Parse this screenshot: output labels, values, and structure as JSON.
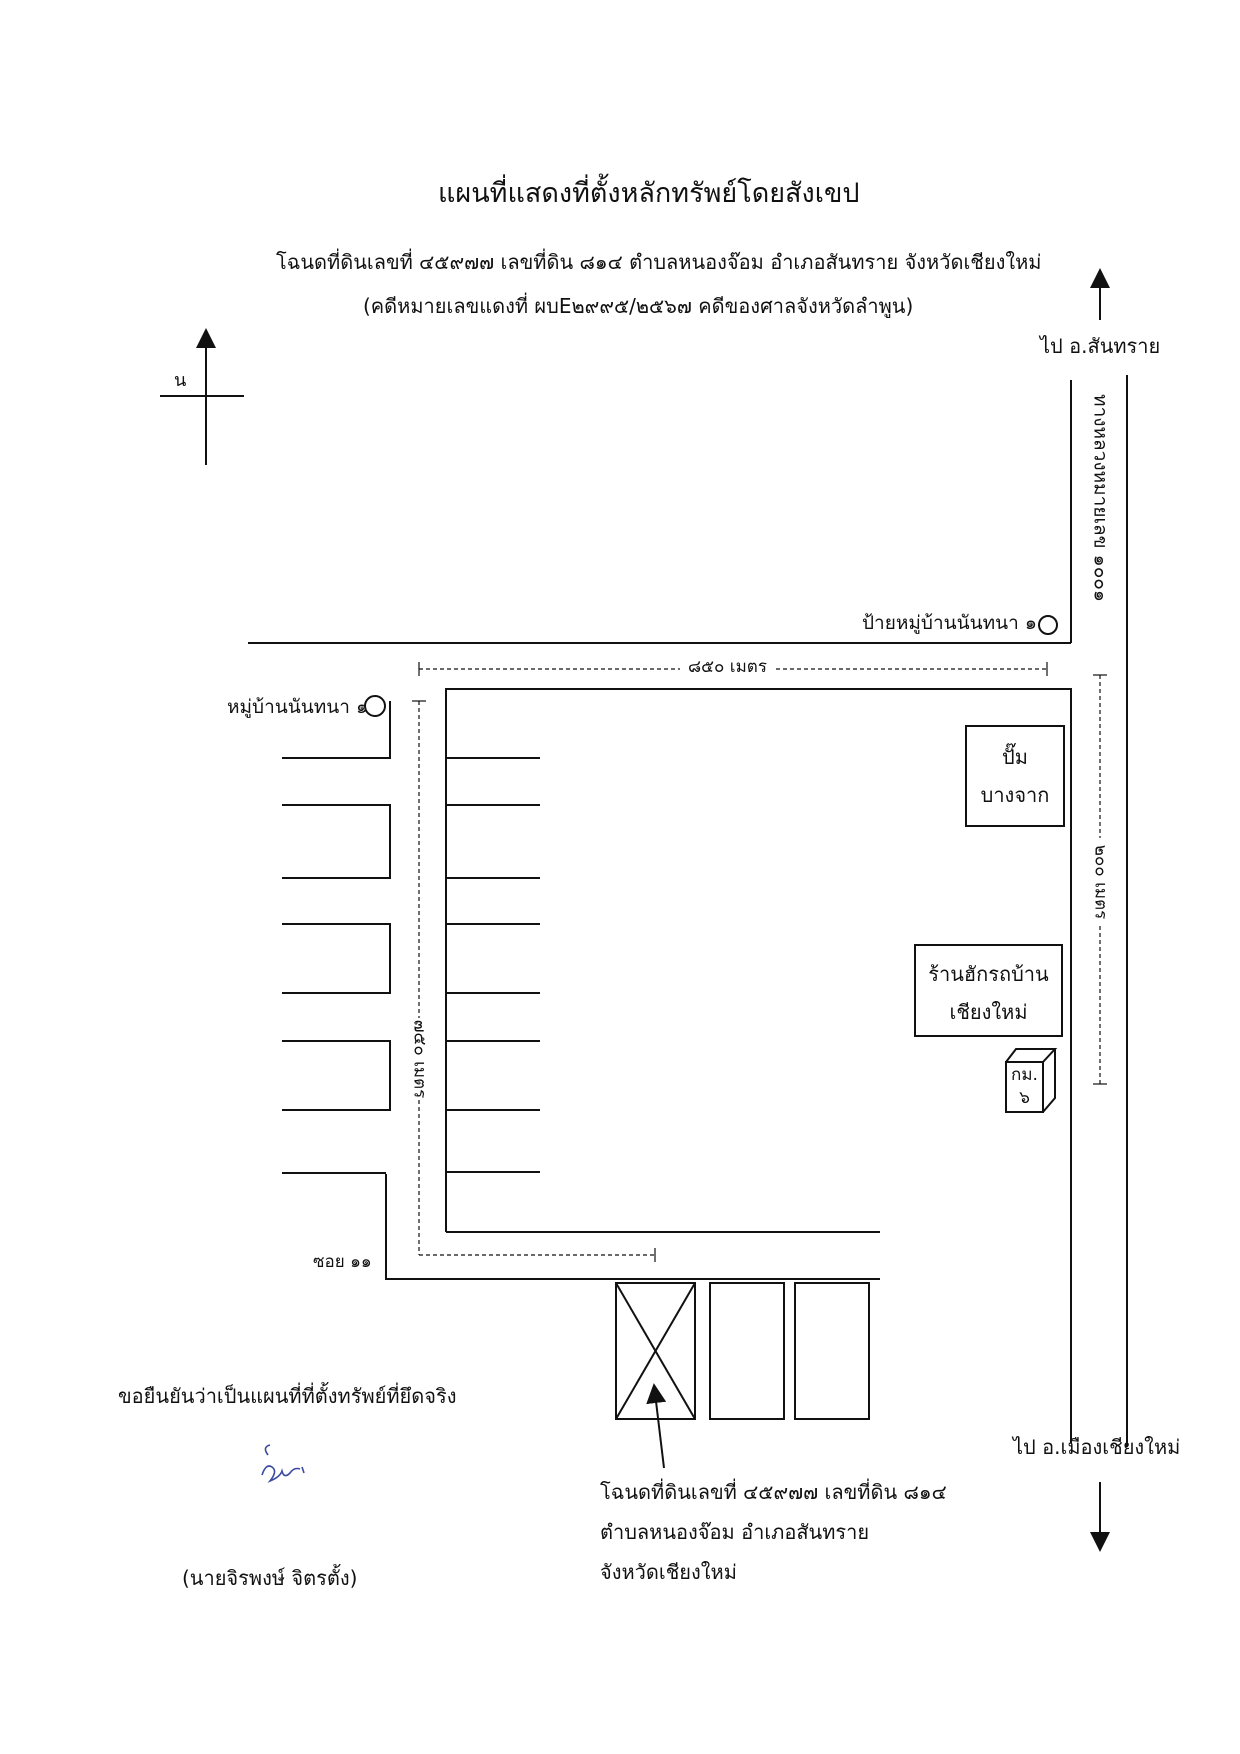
{
  "document": {
    "title": "แผนที่แสดงที่ตั้งหลักทรัพย์โดยสังเขป",
    "subtitle_line1": "โฉนดที่ดินเลขที่ ๔๕๙๗๗ เลขที่ดิน ๘๑๔  ตำบลหนองจ๊อม อำเภอสันทราย จังหวัดเชียงใหม่",
    "subtitle_line2": "(คดีหมายเลขแดงที่ ผบE๒๙๙๕/๒๕๖๗ คดีของศาลจังหวัดลำพูน)"
  },
  "compass": {
    "north_label": "น",
    "icon": "north-arrow-icon"
  },
  "map": {
    "direction_north": "ไป อ.สันทราย",
    "direction_south": "ไป อ.เมืองเชียงใหม่",
    "highway_label": "ทางหลวงหมายเลข ๑๐๐๑",
    "sign_village": "ป้ายหมู่บ้านนันทนา ๑",
    "village_label": "หมู่บ้านนันทนา ๑",
    "distance_top": "๘๕๐ เมตร",
    "distance_left": "๗๕๐ เมตร",
    "distance_right": "๒๐๐ เมตร",
    "gas_station": [
      "ปั๊ม",
      "บางจาก"
    ],
    "car_shop": [
      "ร้านฮักรถบ้าน",
      "เชียงใหม่"
    ],
    "km_marker": [
      "กม.",
      "๖"
    ],
    "soi_label": "ซอย ๑๑",
    "parcel_caption": [
      "โฉนดที่ดินเลขที่ ๔๕๙๗๗ เลขที่ดิน ๘๑๔",
      "ตำบลหนองจ๊อม อำเภอสันทราย",
      "จังหวัดเชียงใหม่"
    ]
  },
  "certification": {
    "statement": "ขอยืนยันว่าเป็นแผนที่ที่ตั้งทรัพย์ที่ยึดจริง",
    "signer": "(นายจิรพงษ์  จิตรตั้ง)"
  }
}
